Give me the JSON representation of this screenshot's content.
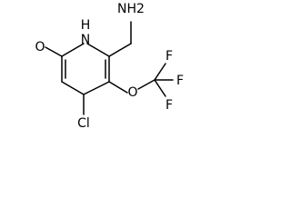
{
  "molecule": {
    "atoms": {
      "amine": "NH2",
      "ring_nh": "H",
      "ring_n": "N",
      "carbonyl_o": "O",
      "ether_o": "O",
      "chlorine": "Cl",
      "fluorine_top": "F",
      "fluorine_right": "F",
      "fluorine_bottom": "F"
    }
  }
}
